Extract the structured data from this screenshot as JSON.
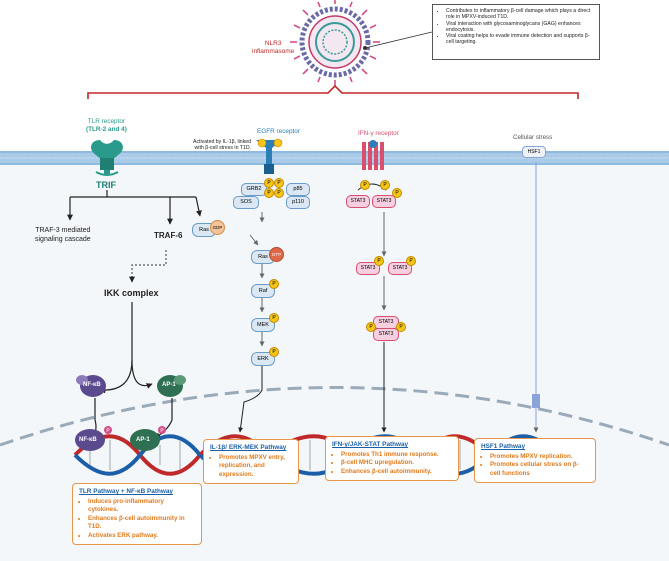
{
  "top": {
    "nlr3_label_line1": "NLR3",
    "nlr3_label_line2": "inflammasome",
    "info_items": [
      "Contributes to inflammatory β-cell damage which plays a direct role in MPXV-induced T1D.",
      "Viral interaction with glycosaminoglycans (GAG) enhances endocytosis.",
      "Viral coating helps to evade immune detection and supports β-cell targeting."
    ]
  },
  "receptors": {
    "tlr_line1": "TLR receptor",
    "tlr_line2": "(TLR-2 and 4)",
    "egfr": "EGFR receptor",
    "egfr_note_line1": "Activated by IL-1β, linked",
    "egfr_note_line2": "with β-cell stress in T1D.",
    "ifn": "IFN-γ receptor",
    "stress": "Cellular stress"
  },
  "tlr_path": {
    "trif": "TRIF",
    "traf3_line1": "TRAF-3 mediated",
    "traf3_line2": "signaling cascade",
    "traf6": "TRAF-6",
    "ikk": "IKK complex",
    "nfkb": "NF-κB",
    "ap1": "AP-1"
  },
  "egfr_path": {
    "grb2": "GRB2",
    "sos": "SOS",
    "p85": "p85",
    "p110": "p110",
    "ras": "Ras",
    "gdp": "GDP",
    "gtp": "GTP",
    "raf": "Raf",
    "mek": "MEK",
    "erk": "ERK",
    "p": "P"
  },
  "ifn_path": {
    "stat3": "STAT3"
  },
  "stress_path": {
    "hsf1": "HSF1"
  },
  "boxes": {
    "tlr": {
      "title": "TLR Pathway + NF-κB Pathway",
      "items": [
        "Induces pro-inflammatory cytokines.",
        "Enhances β-cell autoimmunity in T1D.",
        "Activates ERK pathway."
      ]
    },
    "il1": {
      "title": "IL-1β/ ERK-MEK Pathway",
      "items": [
        "Promotes MPXV entry, replication, and expression."
      ]
    },
    "ifn": {
      "title": "IFN-γ/JAK-STAT Pathway",
      "items": [
        "Promotes Th1 immune response.",
        "β-cell MHC upregulation.",
        "Enhances β-cell autoimmunity."
      ]
    },
    "hsf1": {
      "title": "HSF1 Pathway",
      "items": [
        "Promotes MPXV replication.",
        "Promotes cellular stress on β-cell functions"
      ]
    }
  },
  "colors": {
    "membrane": "#a9cbe8",
    "tlr": "#2a9a8c",
    "egfr": "#2a7fb8",
    "ifn": "#d8506e",
    "stat3_fill": "#f6cfe0",
    "phospho": "#f5c518",
    "accent_red": "#c0292a",
    "box_border": "#e8964a",
    "box_title": "#1b5fa8",
    "box_text": "#e07b1c"
  }
}
